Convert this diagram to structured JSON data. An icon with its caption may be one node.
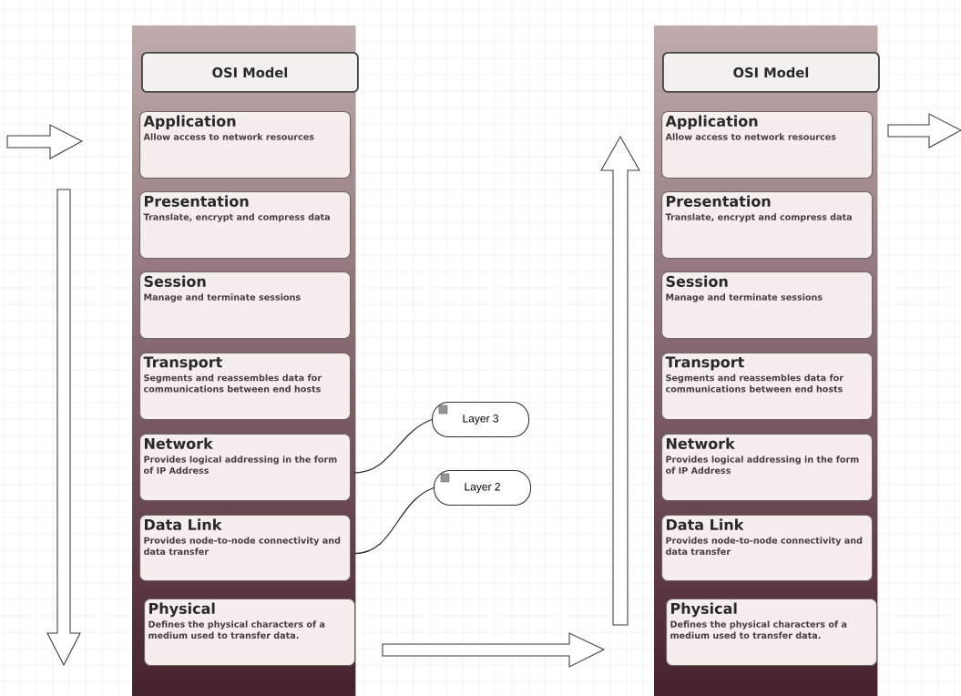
{
  "diagram": {
    "nodes": [
      {
        "text": [],
        "shape": "box"
      },
      {
        "text": [
          "OSI Model"
        ],
        "in": 0
      },
      {
        "text": [
          "Application",
          "Allow access to network resources"
        ],
        "in": 0
      },
      {
        "text": [
          "Presentation",
          "Translate, encrypt and compress data"
        ],
        "in": 0
      },
      {
        "text": [
          "Session",
          "Manage and terminate sessions"
        ],
        "in": 0
      },
      {
        "text": [
          "Transport",
          "Segments and reassembles data for communications between end hosts"
        ],
        "in": 0
      },
      {
        "text": [
          "Network",
          "Provides logical addressing in the form of IP Address"
        ],
        "in": 0
      },
      {
        "text": [
          "Data Link",
          "Provides node-to-node connectivity and data transfer"
        ],
        "in": 0
      },
      {
        "text": [
          "Physical",
          "Defines the physical characters of a medium used to transfer data."
        ],
        "in": 0
      },
      {
        "text": [],
        "shape": "box"
      },
      {
        "text": [
          "OSI Model"
        ],
        "in": 9
      },
      {
        "text": [
          "Application",
          "Allow access to network resources"
        ],
        "in": 9
      },
      {
        "text": [
          "Presentation",
          "Translate, encrypt and compress data"
        ],
        "in": 9
      },
      {
        "text": [
          "Session",
          "Manage and terminate sessions"
        ],
        "in": 9
      },
      {
        "text": [
          "Transport",
          "Segments and reassembles data for communications between end hosts"
        ],
        "in": 9
      },
      {
        "text": [
          "Network",
          "Provides logical addressing in the form of IP Address"
        ],
        "in": 9
      },
      {
        "text": [
          "Data Link",
          "Provides node-to-node connectivity and data transfer"
        ],
        "in": 9
      },
      {
        "text": [
          "Physical",
          "Defines the physical characters of a medium used to transfer data."
        ],
        "in": 9
      },
      {
        "text": [
          "Layer 3"
        ]
      },
      {
        "text": [
          "Layer 2"
        ]
      }
    ],
    "edges": [
      {
        "from": 18,
        "to": 6,
        "arrow": "none"
      },
      {
        "from": 19,
        "to": 7,
        "arrow": "none"
      }
    ]
  }
}
